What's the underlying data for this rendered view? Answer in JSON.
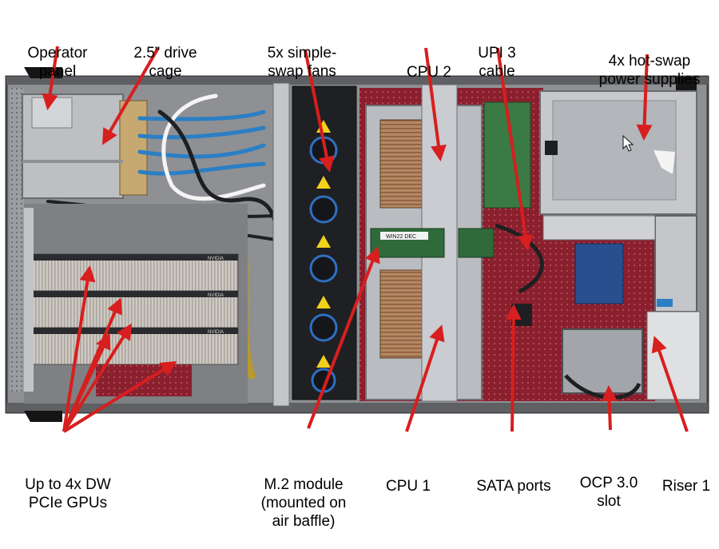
{
  "colors": {
    "arrow": "#d81e1e",
    "chassis": "#8e9093",
    "chassis_dark": "#4a4c50",
    "pcb": "#8a1f2e",
    "gpu_fin": "#c9c3bd",
    "fan": "#1a1b1f",
    "fan_ring": "#2f6fc2",
    "warning": "#f2d11a",
    "heatsink": "#a57a5a",
    "baffle": "#b9bcc0",
    "board_green": "#2f6b3a"
  },
  "labels": {
    "operator_panel": [
      "Operator",
      "panel"
    ],
    "drive_cage": [
      "2.5” drive",
      "cage"
    ],
    "fans": [
      "5x simple-",
      "swap fans"
    ],
    "cpu2": [
      "CPU 2"
    ],
    "upi3": [
      "UPI 3",
      "cable"
    ],
    "psu": [
      "4x hot-swap",
      "power supplies"
    ],
    "gpus": [
      "Up to 4x DW",
      "PCIe GPUs"
    ],
    "m2": [
      "M.2 module",
      "(mounted on",
      "air baffle)"
    ],
    "cpu1": [
      "CPU 1"
    ],
    "sata": [
      "SATA ports"
    ],
    "ocp": [
      "OCP 3.0",
      "slot"
    ],
    "riser": [
      "Riser 1"
    ]
  },
  "component_text": {
    "gpu_brand": "NVIDIA",
    "m2_tag": "WIN22 DEC"
  },
  "icons": [
    "warning-triangle-icon",
    "fan-icon",
    "arrow-pointer-icon"
  ]
}
